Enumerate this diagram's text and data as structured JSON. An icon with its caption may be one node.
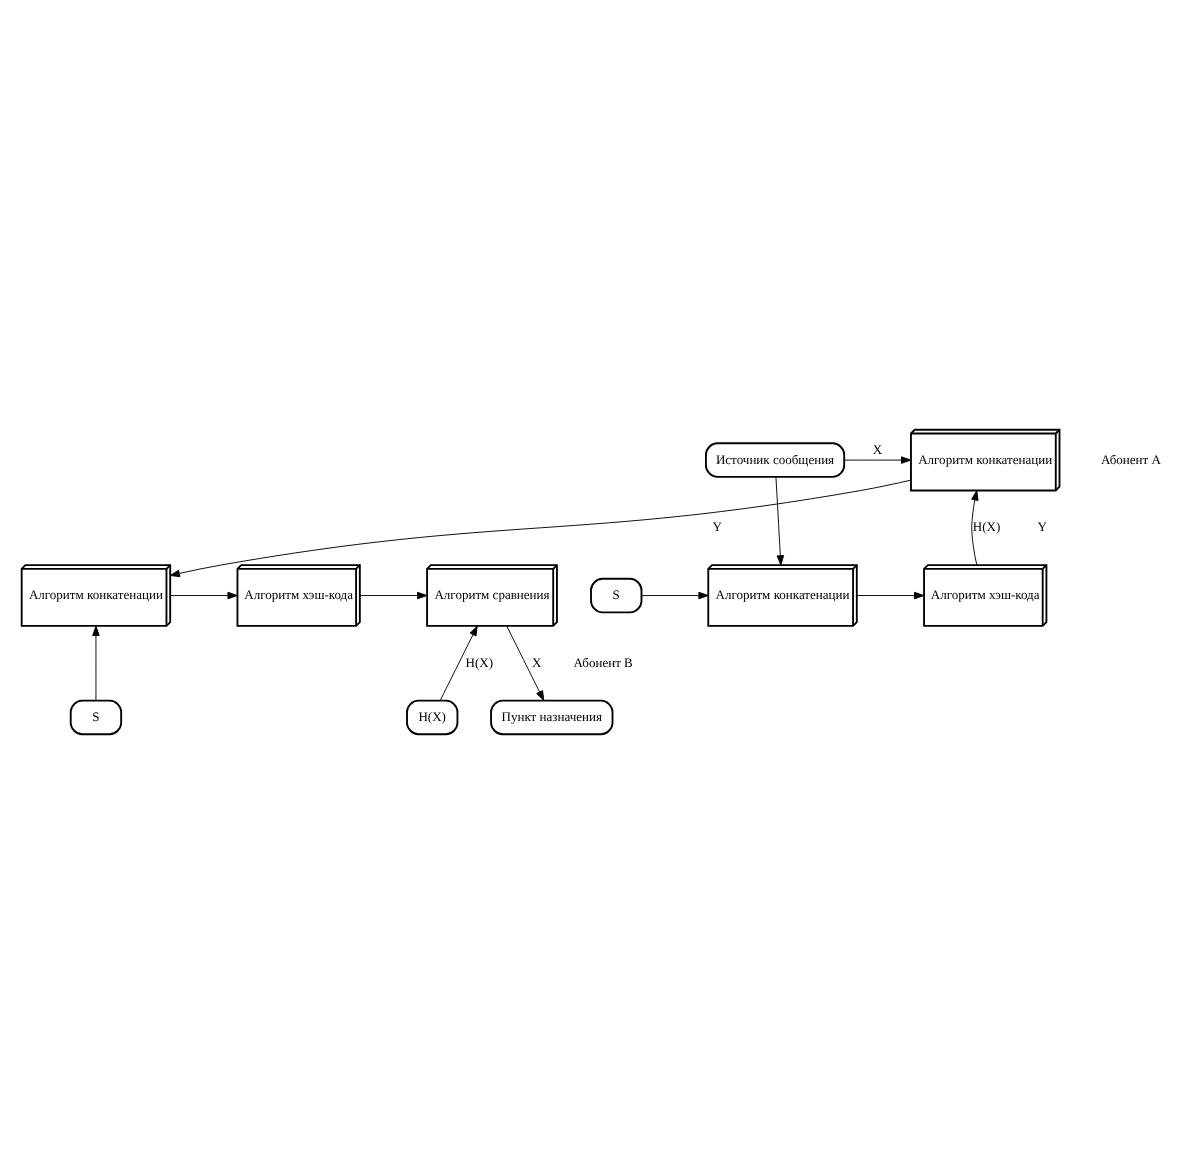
{
  "diagram": {
    "nodes": [
      {
        "text": [
          "Источник сообщения"
        ]
      },
      {
        "text": [
          "Алгоритм конкатенации"
        ]
      },
      {
        "text": [
          "S"
        ]
      },
      {
        "text": [
          "Алгоритм конкатенации"
        ]
      },
      {
        "text": [
          "Алгоритм хэш-кода"
        ]
      },
      {
        "text": [
          "Алгоритм конкатенации"
        ]
      },
      {
        "text": [
          "Алгоритм хэш-кода"
        ]
      },
      {
        "text": [
          "Алгоритм сравнения"
        ]
      },
      {
        "text": [
          "S"
        ]
      },
      {
        "text": [
          "H(X)"
        ]
      },
      {
        "text": [
          "Пункт назначения"
        ]
      }
    ],
    "edges": [
      {
        "from": 0,
        "to": 1,
        "arrow": "to",
        "label": "X"
      },
      {
        "from": 0,
        "to": 3,
        "arrow": "to"
      },
      {
        "from": 2,
        "to": 3,
        "arrow": "to"
      },
      {
        "from": 3,
        "to": 4,
        "arrow": "to"
      },
      {
        "from": 4,
        "to": 1,
        "arrow": "to",
        "label": "H(X)"
      },
      {
        "from": 1,
        "to": 5,
        "arrow": "to",
        "label": "Y"
      },
      {
        "from": 5,
        "to": 6,
        "arrow": "to"
      },
      {
        "from": 6,
        "to": 7,
        "arrow": "to"
      },
      {
        "from": 8,
        "to": 5,
        "arrow": "to"
      },
      {
        "from": 9,
        "to": 7,
        "arrow": "to",
        "label": "H(X)"
      },
      {
        "from": 7,
        "to": 10,
        "arrow": "to",
        "label": "X"
      }
    ],
    "labels": [
      "Абонент А",
      "Y",
      "Абонент В"
    ]
  }
}
